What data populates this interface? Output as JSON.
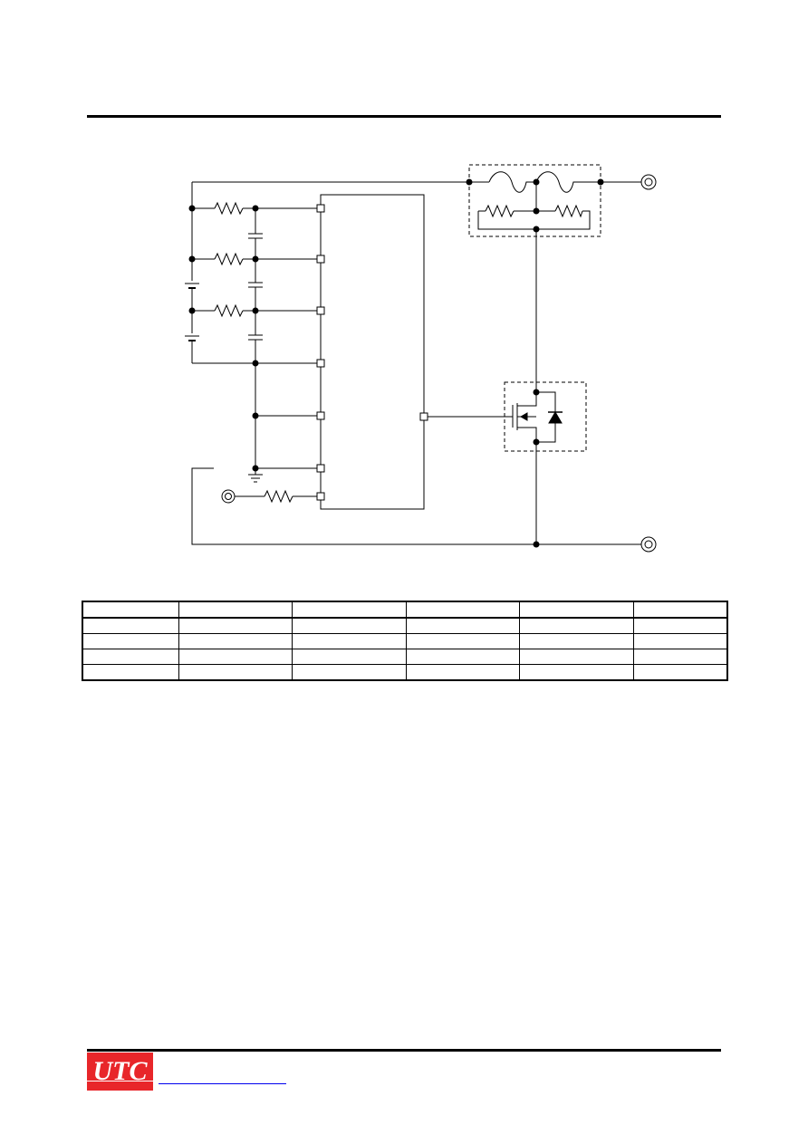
{
  "logo": {
    "text": "UTC",
    "bg_color": "#e8262a",
    "text_color": "#ffffff"
  },
  "colors": {
    "line": "#000000",
    "link": "#0000ee"
  },
  "table": {
    "columns": 6,
    "header_rows": 1,
    "body_rows": 4
  },
  "icons": [
    "resistor-icon",
    "capacitor-icon",
    "fuse-icon",
    "mosfet-icon",
    "diode-icon",
    "terminal-icon",
    "ground-icon"
  ]
}
